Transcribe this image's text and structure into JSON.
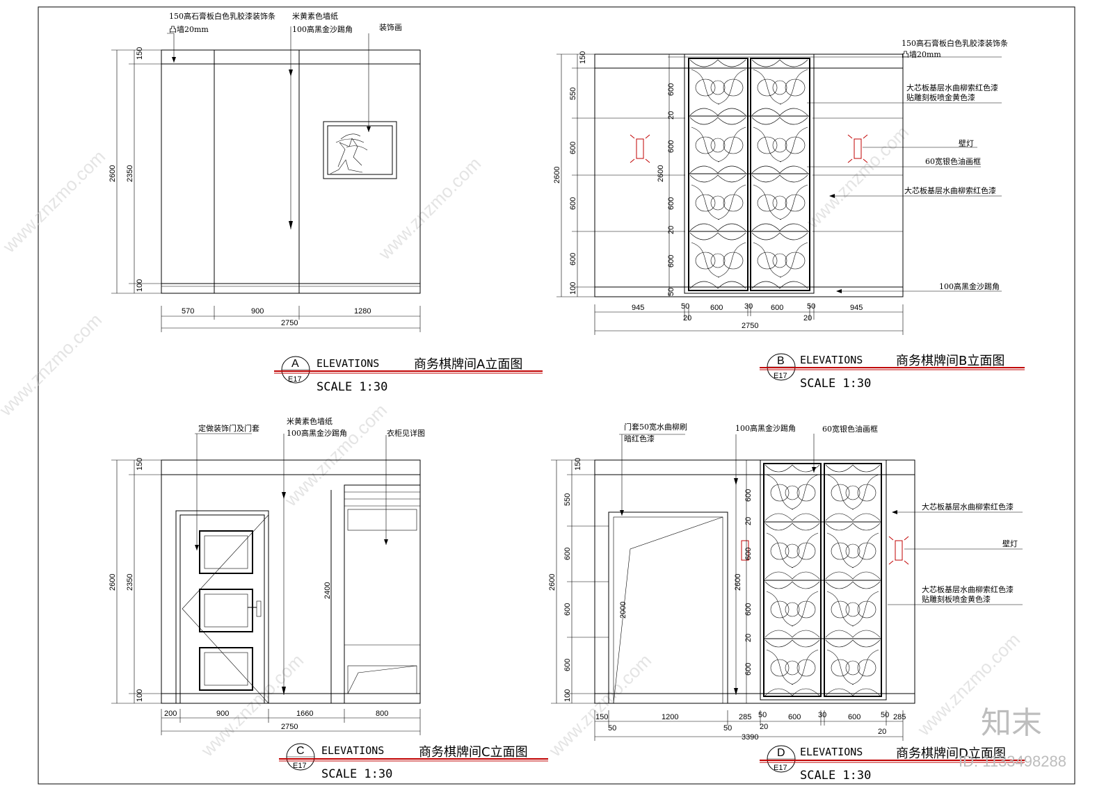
{
  "watermark": "www.znzmo.com",
  "logo": "知末",
  "drawing_id": "ID: 1133498288",
  "panels": {
    "A": {
      "letter": "A",
      "sheet": "E17",
      "elevations": "ELEVATIONS",
      "title": "商务棋牌间A立面图",
      "scale": "SCALE  1:30",
      "notes": [
        "150高石膏板白色乳胶漆装饰条",
        "凸墙20mm",
        "米黄素色墙纸",
        "100高黑金沙踢角",
        "装饰画"
      ],
      "dims_h": [
        "570",
        "900",
        "1280"
      ],
      "total": "2750",
      "dims_v": [
        "150",
        "2350",
        "100"
      ],
      "height": "2600"
    },
    "B": {
      "letter": "B",
      "sheet": "E17",
      "elevations": "ELEVATIONS",
      "title": "商务棋牌间B立面图",
      "scale": "SCALE  1:30",
      "notes": [
        "150高石膏板白色乳胶漆装饰条",
        "凸墙20mm",
        "大芯板基层水曲柳索红色漆",
        "贴雕刻板喷金黄色漆",
        "壁灯",
        "60宽银色油画框",
        "大芯板基层水曲柳索红色漆",
        "100高黑金沙踢角"
      ],
      "dims_h": [
        "945",
        "50",
        "600",
        "30",
        "600",
        "50",
        "945"
      ],
      "dims_h2": [
        "20",
        "20"
      ],
      "total": "2750",
      "dims_v": [
        "150",
        "550",
        "600",
        "600",
        "600",
        "100"
      ],
      "height": "2600",
      "dims_v_inner": [
        "600",
        "20",
        "600",
        "2600",
        "600",
        "20",
        "600",
        "50"
      ]
    },
    "C": {
      "letter": "C",
      "sheet": "E17",
      "elevations": "ELEVATIONS",
      "title": "商务棋牌间C立面图",
      "scale": "SCALE  1:30",
      "notes": [
        "定做装饰门及门套",
        "米黄素色墙纸",
        "100高黑金沙踢角",
        "衣柜见详图"
      ],
      "dims_h": [
        "200",
        "900",
        "1660",
        "800"
      ],
      "total": "2750",
      "dims_v": [
        "150",
        "2350",
        "100"
      ],
      "height": "2600",
      "wardrobe_h": "2400"
    },
    "D": {
      "letter": "D",
      "sheet": "E17",
      "elevations": "ELEVATIONS",
      "title": "商务棋牌间D立面图",
      "scale": "SCALE  1:30",
      "notes": [
        "门套50宽水曲柳刷",
        "暗红色漆",
        "100高黑金沙踢角",
        "60宽银色油画框",
        "大芯板基层水曲柳索红色漆",
        "壁灯",
        "大芯板基层水曲柳索红色漆",
        "贴雕刻板喷金黄色漆"
      ],
      "dims_h": [
        "150",
        "1200",
        "285",
        "50",
        "600",
        "30",
        "600",
        "50",
        "285"
      ],
      "dims_h2": [
        "50",
        "50",
        "20",
        "20"
      ],
      "total": "3390",
      "dims_v": [
        "150",
        "550",
        "600",
        "600",
        "600",
        "100"
      ],
      "height": "2600",
      "door_h": "2000",
      "dims_v_inner": [
        "600",
        "20",
        "600",
        "2600",
        "600",
        "20",
        "600"
      ]
    }
  }
}
